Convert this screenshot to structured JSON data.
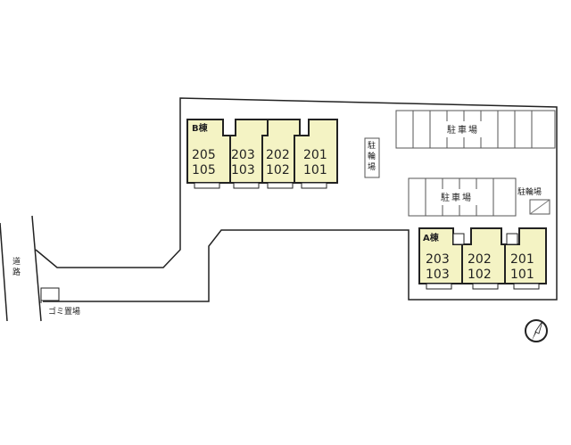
{
  "labels": {
    "road": "道路",
    "garbage": "ゴミ置場",
    "bike_parking_vertical": "駐輪場",
    "parking_top": "駐車場",
    "parking_middle": "駐車場",
    "bike_parking_right": "駐輪場"
  },
  "building_b": {
    "name": "B棟",
    "units": [
      {
        "upper": "205",
        "lower": "105"
      },
      {
        "upper": "203",
        "lower": "103"
      },
      {
        "upper": "202",
        "lower": "102"
      },
      {
        "upper": "201",
        "lower": "101"
      }
    ]
  },
  "building_a": {
    "name": "A棟",
    "units": [
      {
        "upper": "203",
        "lower": "103"
      },
      {
        "upper": "202",
        "lower": "102"
      },
      {
        "upper": "201",
        "lower": "101"
      }
    ]
  },
  "colors": {
    "unit_fill": "#f4f3c4",
    "outline": "#222222"
  },
  "icons": {
    "north_arrow": "north-arrow-icon"
  }
}
